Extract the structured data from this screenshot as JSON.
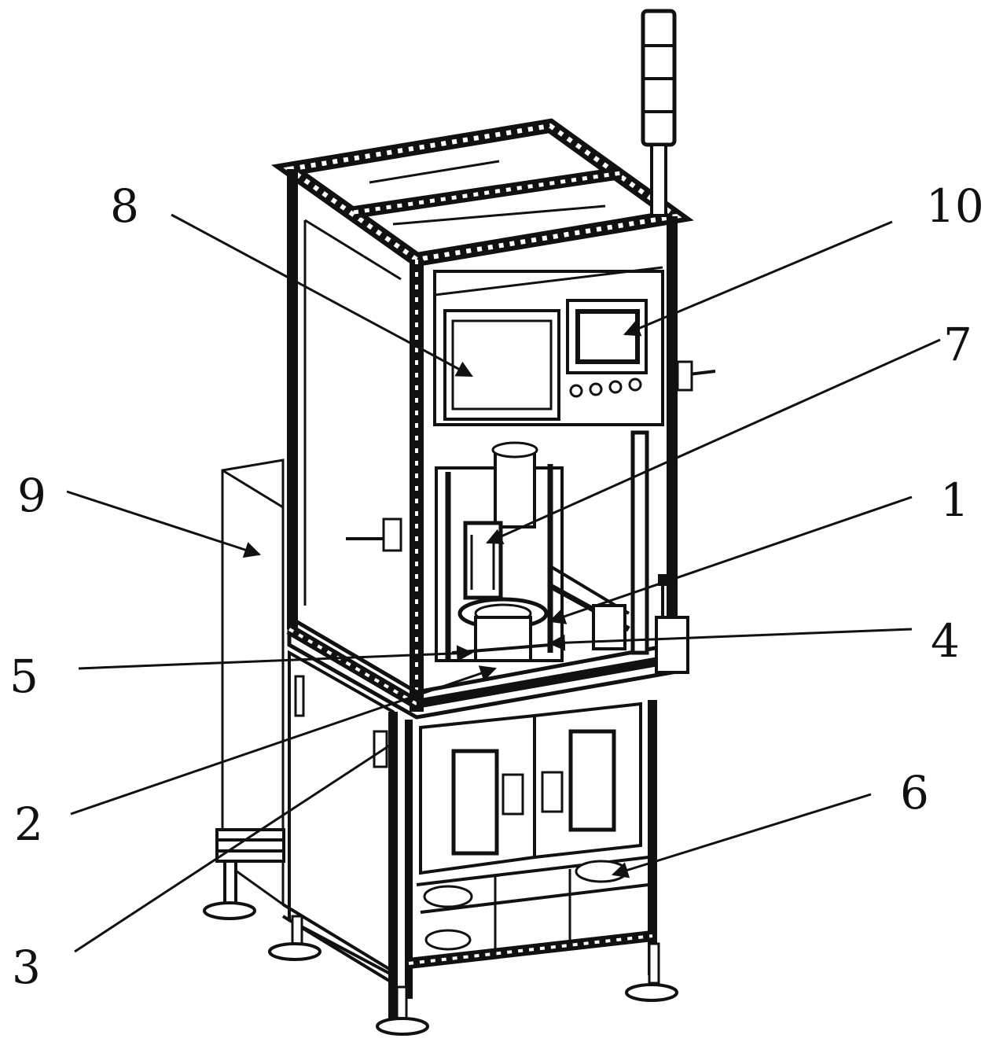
{
  "figure": {
    "kind": "patent-style isometric line drawing of an automated machine cabinet",
    "callouts": [
      {
        "id": "c1",
        "label": "1"
      },
      {
        "id": "c2",
        "label": "2"
      },
      {
        "id": "c3",
        "label": "3"
      },
      {
        "id": "c4",
        "label": "4"
      },
      {
        "id": "c5",
        "label": "5"
      },
      {
        "id": "c6",
        "label": "6"
      },
      {
        "id": "c7",
        "label": "7"
      },
      {
        "id": "c8",
        "label": "8"
      },
      {
        "id": "c9",
        "label": "9"
      },
      {
        "id": "c10",
        "label": "10"
      }
    ]
  }
}
